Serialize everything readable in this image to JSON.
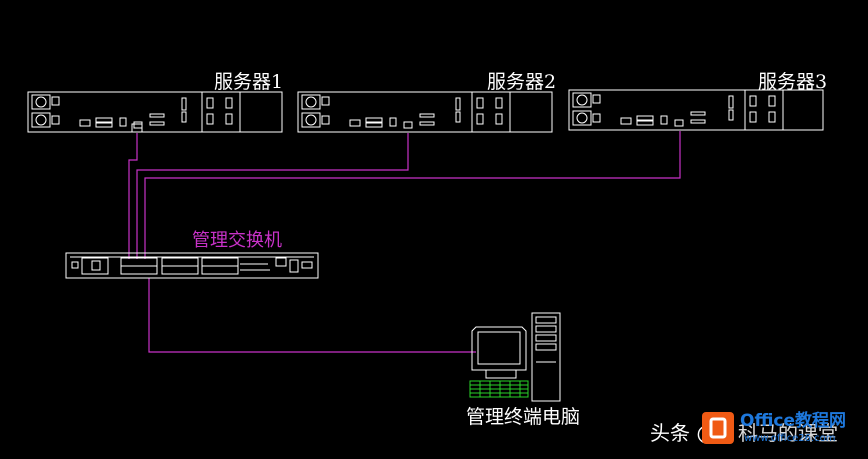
{
  "servers": [
    {
      "label": "服务器1"
    },
    {
      "label": "服务器2"
    },
    {
      "label": "服务器3"
    }
  ],
  "switch": {
    "label": "管理交换机"
  },
  "terminal": {
    "label": "管理终端电脑"
  },
  "watermark": {
    "prefix": "头条 @",
    "author": "科马的课堂",
    "brand": "Office教程网",
    "site": "www.office26.com"
  },
  "colors": {
    "background": "#000000",
    "device_outline": "#ffffff",
    "link": "#c832c8",
    "switch_label": "#c832c8",
    "keyboard": "#28d228",
    "watermark_brand": "#1e78dc",
    "watermark_logo": "#f05a14"
  },
  "icons": [
    "server-icon",
    "switch-icon",
    "monitor-icon",
    "pc-tower-icon",
    "keyboard-icon",
    "office-logo-icon"
  ]
}
